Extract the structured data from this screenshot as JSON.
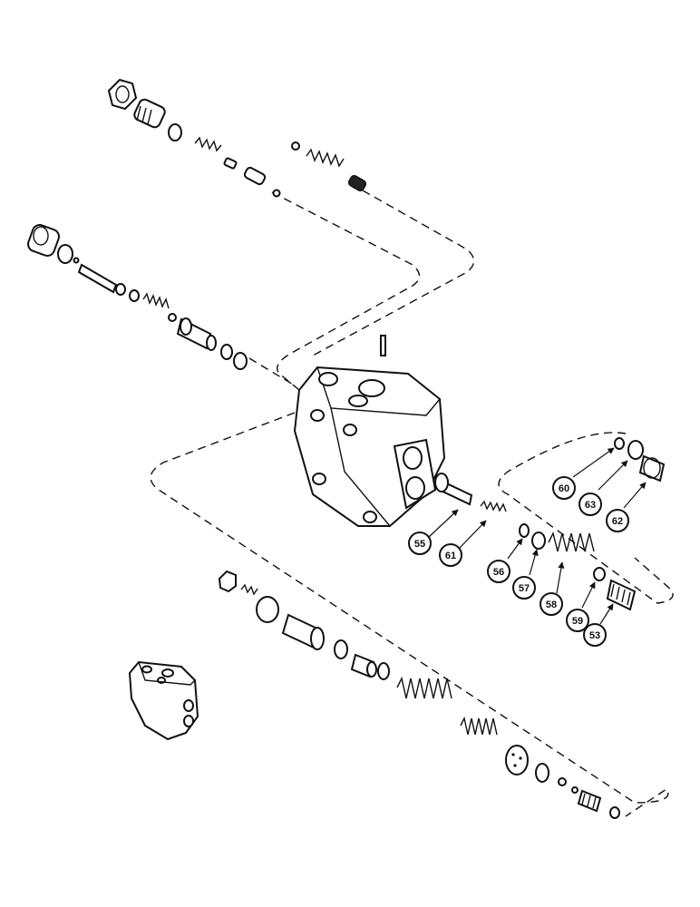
{
  "callouts": [
    {
      "id": "c55",
      "label": "55"
    },
    {
      "id": "c61",
      "label": "61"
    },
    {
      "id": "c56",
      "label": "56"
    },
    {
      "id": "c57",
      "label": "57"
    },
    {
      "id": "c58",
      "label": "58"
    },
    {
      "id": "c59",
      "label": "59"
    },
    {
      "id": "c53",
      "label": "53"
    },
    {
      "id": "c60",
      "label": "60"
    },
    {
      "id": "c63",
      "label": "63"
    },
    {
      "id": "c62",
      "label": "62"
    }
  ],
  "colors": {
    "line": "#111111",
    "background": "#ffffff"
  }
}
